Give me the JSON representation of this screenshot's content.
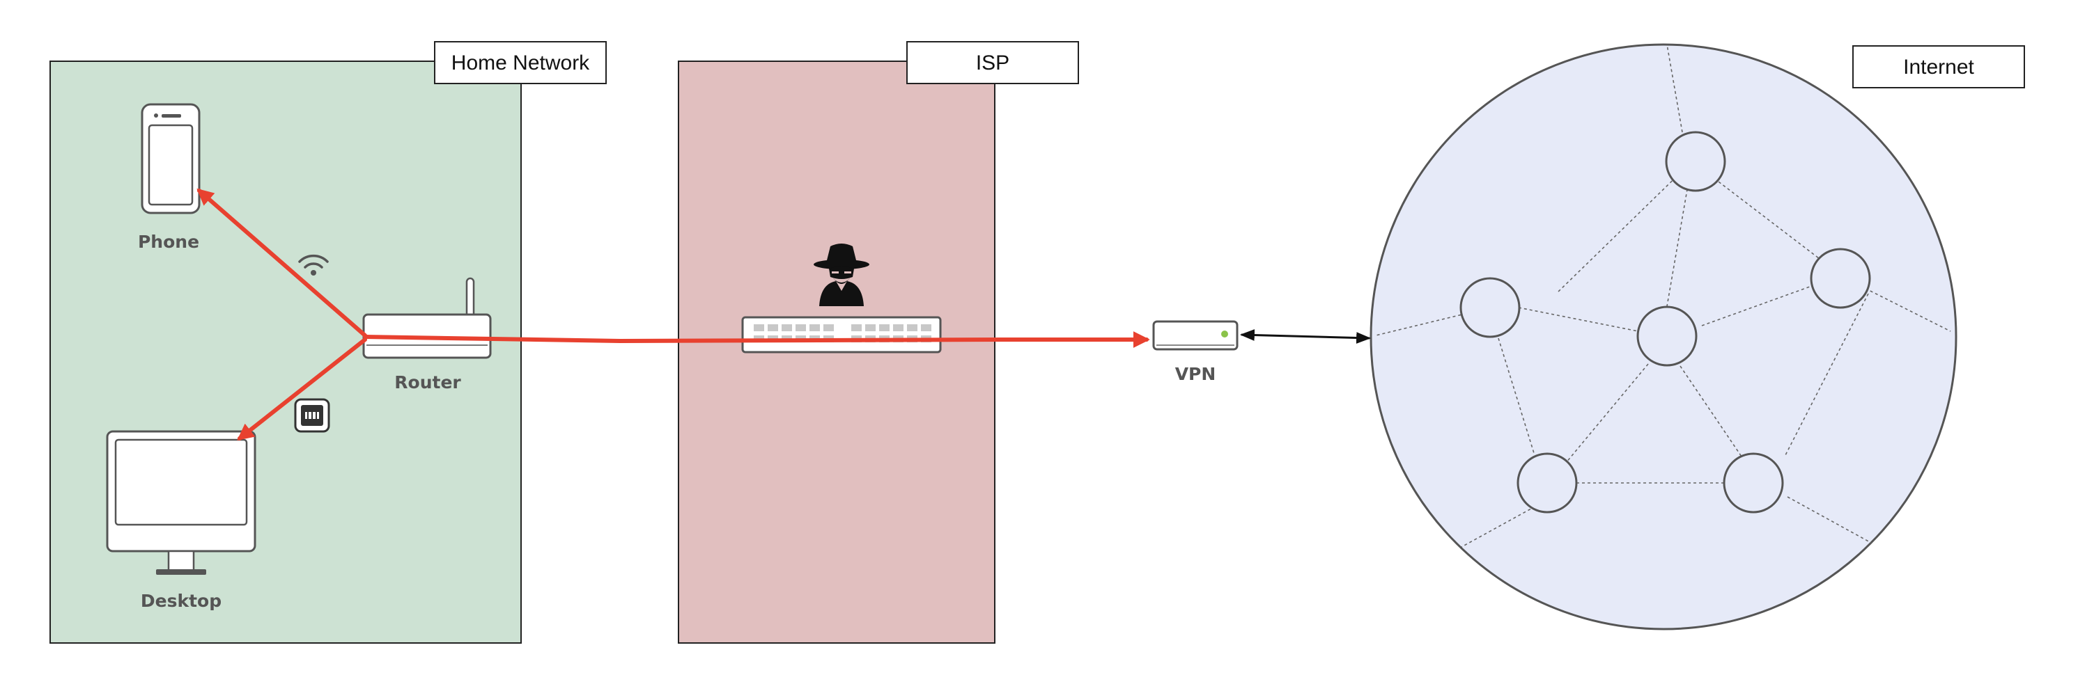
{
  "zones": {
    "home": {
      "label": "Home Network",
      "fill": "#cde2d3"
    },
    "isp": {
      "label": "ISP",
      "fill": "#e1bfbf"
    },
    "internet": {
      "label": "Internet",
      "fill": "#e6eaf8"
    }
  },
  "devices": {
    "phone": {
      "label": "Phone",
      "icon": "smartphone-icon"
    },
    "router": {
      "label": "Router",
      "icon": "router-icon"
    },
    "desktop": {
      "label": "Desktop",
      "icon": "desktop-monitor-icon"
    },
    "isp_switch": {
      "icon": "network-switch-icon"
    },
    "vpn": {
      "label": "VPN",
      "icon": "vpn-server-icon"
    }
  },
  "icons": {
    "wifi": "wifi-icon",
    "ethernet": "ethernet-port-icon",
    "spy": "spy-icon"
  },
  "colors": {
    "traffic": "#e8412f",
    "link": "#111111",
    "mesh": "#666666"
  }
}
